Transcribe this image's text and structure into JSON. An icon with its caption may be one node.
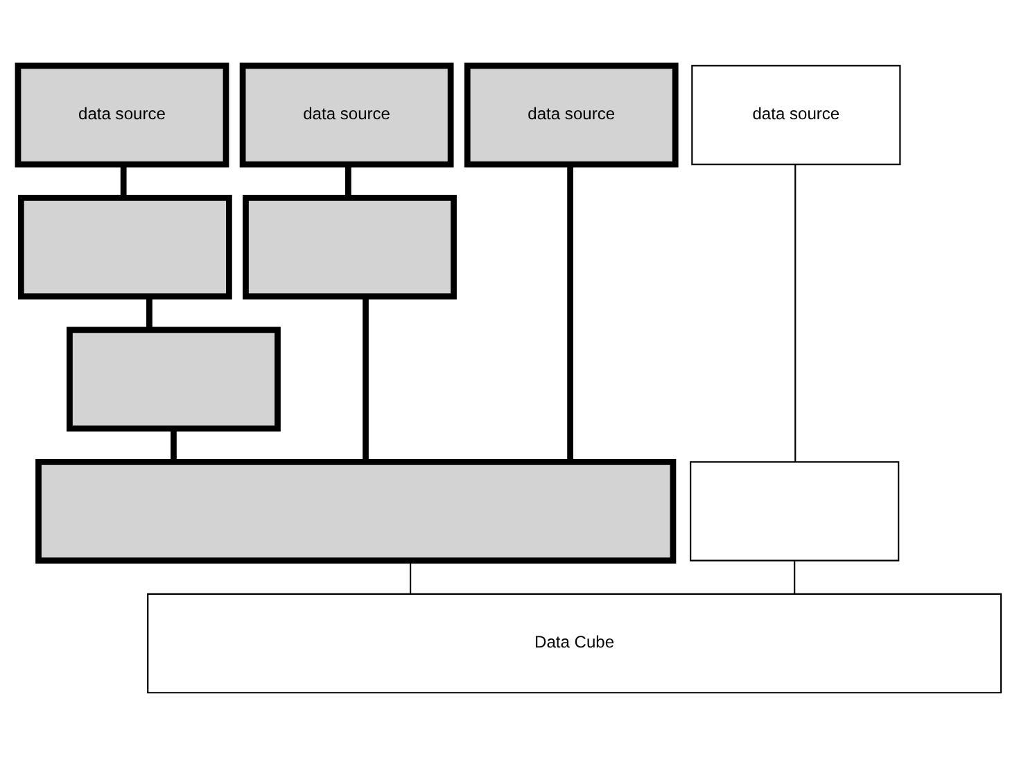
{
  "diagram": {
    "nodes": [
      {
        "text": [
          "data source"
        ]
      },
      {
        "text": [
          "data source"
        ]
      },
      {
        "text": [
          "data source"
        ]
      },
      {
        "text": [
          "data source"
        ]
      },
      {
        "text": [],
        "shape": "box"
      },
      {
        "text": [],
        "shape": "box"
      },
      {
        "text": [],
        "shape": "box"
      },
      {
        "text": [],
        "shape": "box"
      },
      {
        "text": [],
        "shape": "box"
      },
      {
        "text": [
          "Data Cube"
        ]
      }
    ],
    "edges": [
      {
        "from": 0,
        "to": 4,
        "arrow": "none"
      },
      {
        "from": 4,
        "to": 6,
        "arrow": "none"
      },
      {
        "from": 6,
        "to": 7,
        "arrow": "none"
      },
      {
        "from": 1,
        "to": 5,
        "arrow": "none"
      },
      {
        "from": 5,
        "to": 7,
        "arrow": "none"
      },
      {
        "from": 2,
        "to": 7,
        "arrow": "none"
      },
      {
        "from": 3,
        "to": 8,
        "arrow": "none"
      },
      {
        "from": 7,
        "to": 9,
        "arrow": "none"
      },
      {
        "from": 8,
        "to": 9,
        "arrow": "none"
      }
    ]
  }
}
